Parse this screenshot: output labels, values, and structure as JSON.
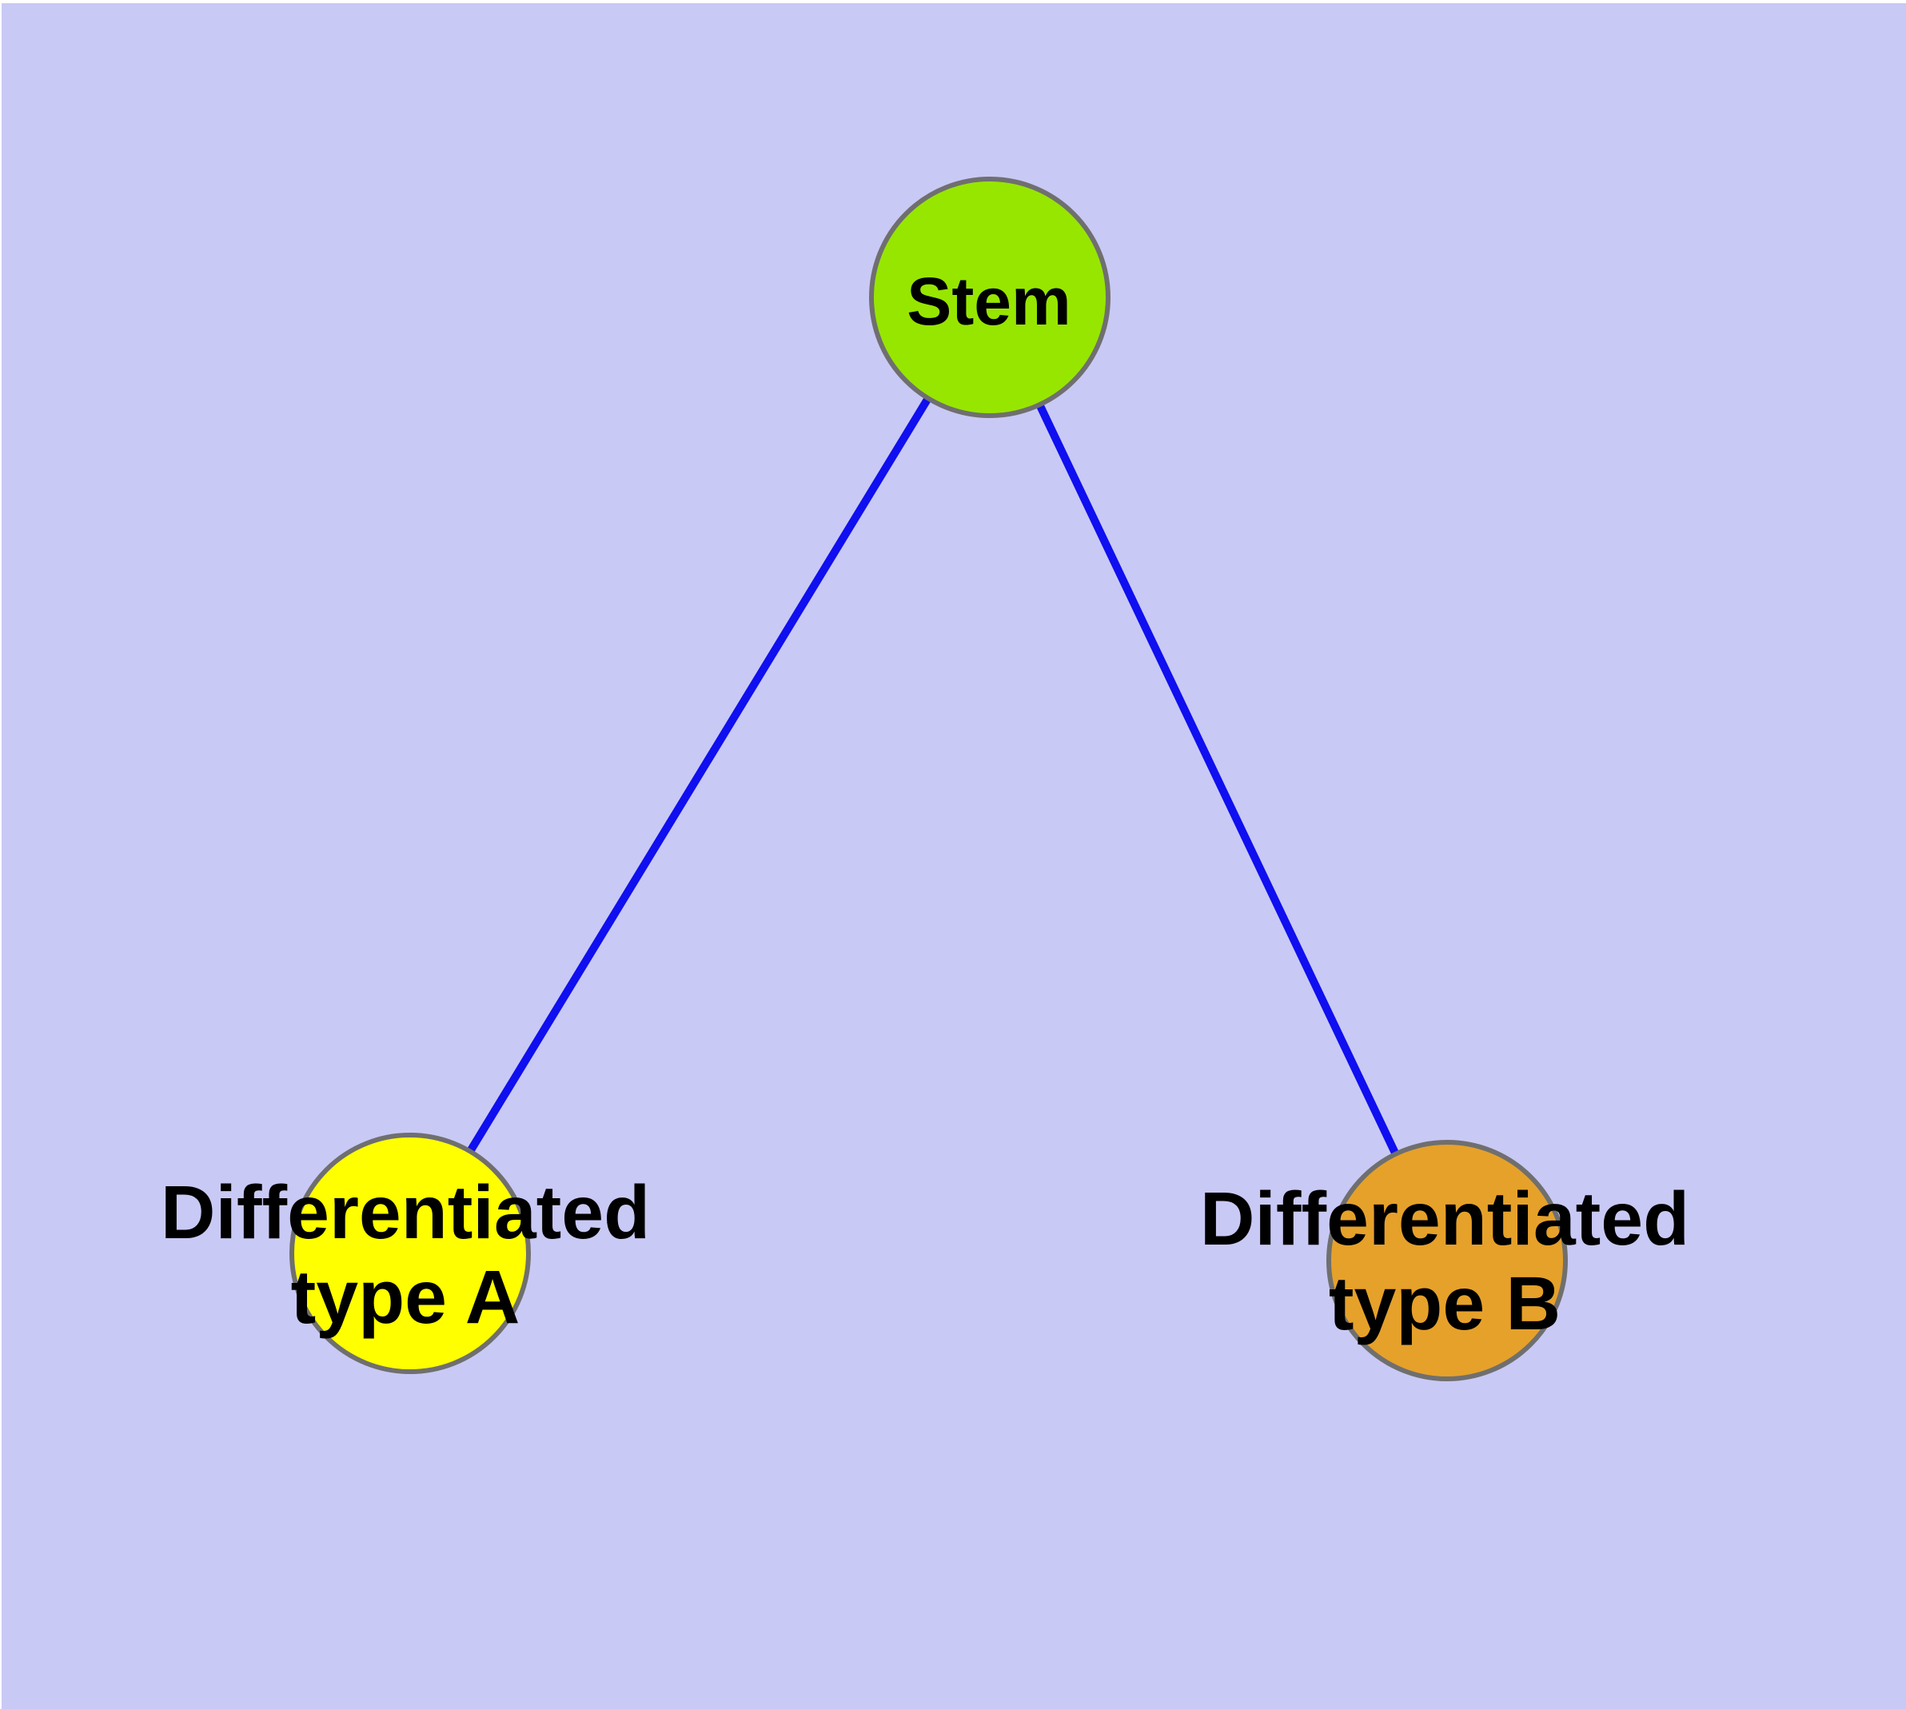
{
  "diagram": {
    "background_color": "#c9c9f5",
    "edge_color": "#0f0ff0",
    "node_border_color": "#6f6f6f",
    "text_color": "#000000",
    "nodes": [
      {
        "id": "stem",
        "label": "Stem",
        "fill": "#97e600"
      },
      {
        "id": "type-a",
        "label_line1": "Differentiated",
        "label_line2": "type A",
        "fill": "#ffff00"
      },
      {
        "id": "type-b",
        "label_line1": "Differentiated",
        "label_line2": "type B",
        "fill": "#e6a12a"
      }
    ],
    "edges": [
      {
        "from": "stem",
        "to": "type-a"
      },
      {
        "from": "stem",
        "to": "type-b"
      }
    ]
  }
}
